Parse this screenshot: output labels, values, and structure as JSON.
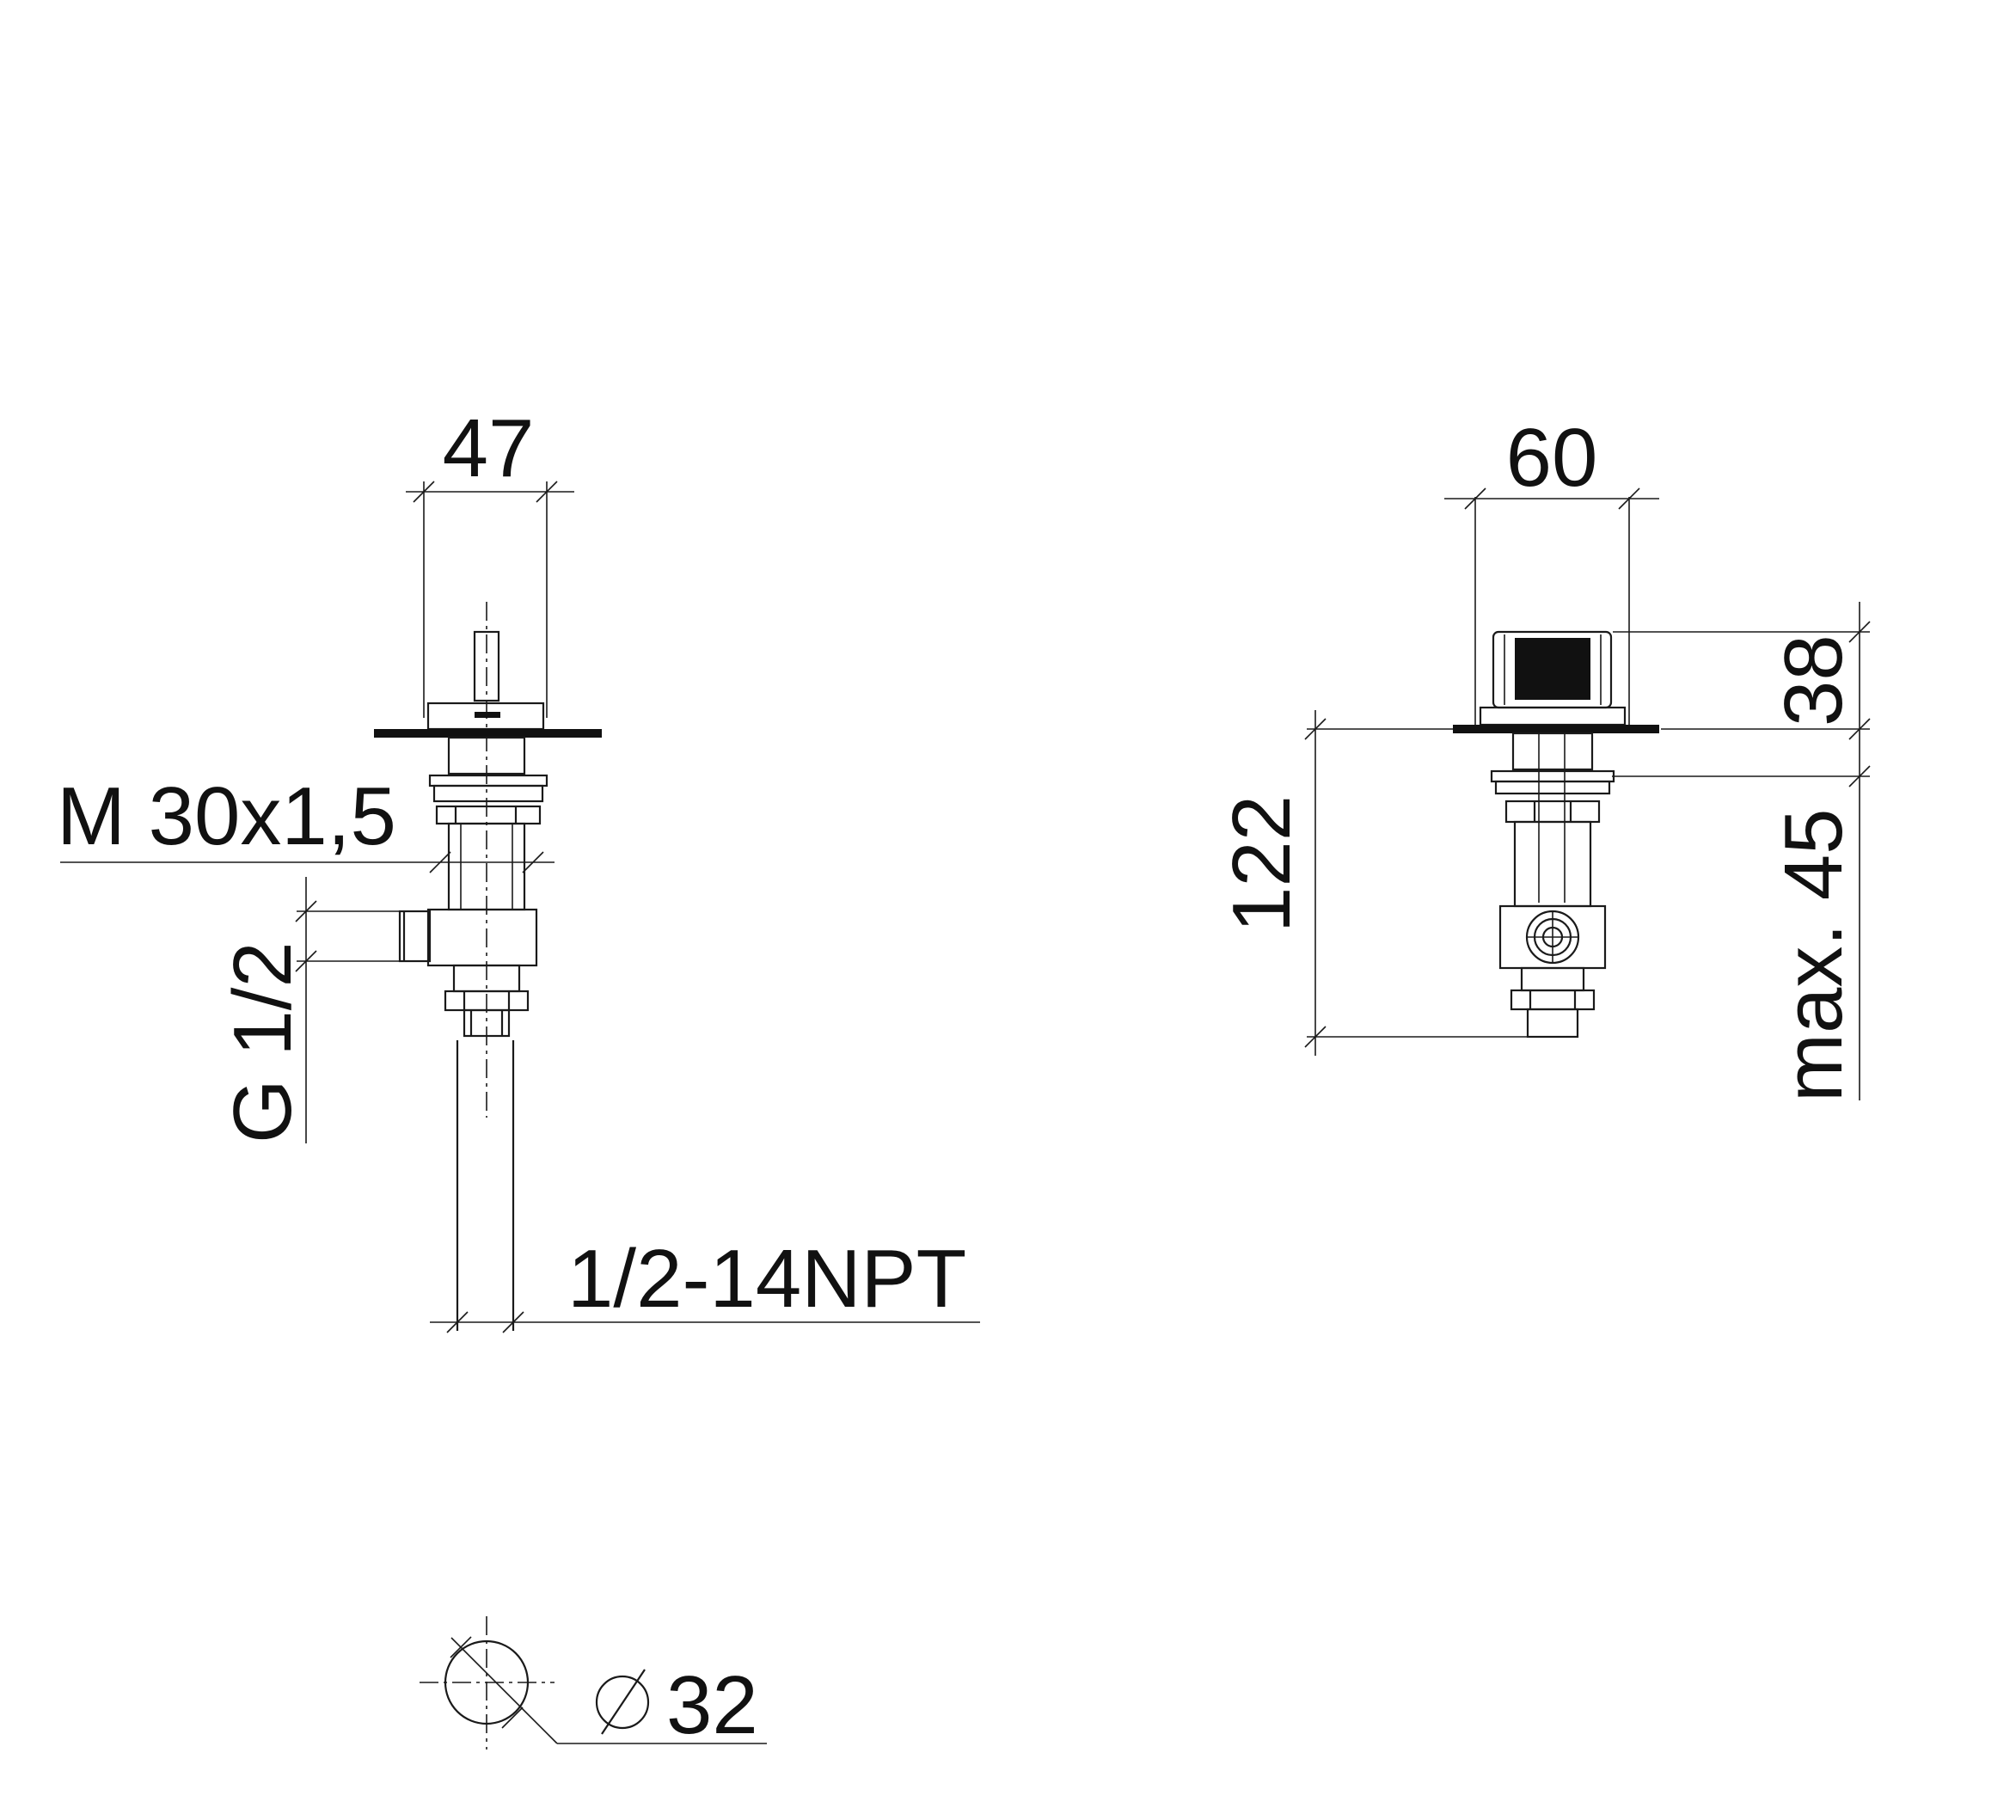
{
  "dimensions": {
    "left_width": "47",
    "thread_m": "M 30x1,5",
    "thread_g": "G 1/2",
    "thread_npt": "1/2-14NPT",
    "hole_diameter": "32",
    "right_width": "60",
    "right_height_above_deck": "38",
    "right_max_deck_thickness": "max. 45",
    "right_total_below_deck": "122"
  },
  "symbols": {
    "diameter": "diameter-symbol-icon"
  }
}
